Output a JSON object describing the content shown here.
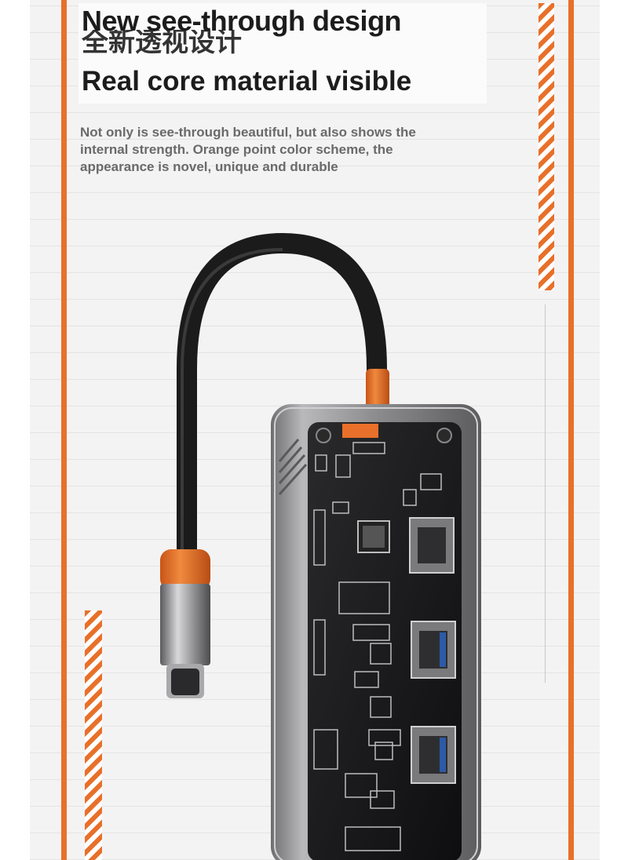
{
  "headline": {
    "line1": "New see-through design",
    "line1_overlay": "全新透视设计",
    "line2": "Real core material visible"
  },
  "body_text": "Not only is see-through beautiful, but also shows the internal strength. Orange point color scheme, the appearance is novel, unique and durable",
  "colors": {
    "accent_orange": "#e8702a",
    "background": "#f3f3f3",
    "text_dark": "#1c1c1c",
    "text_gray": "#6a6a6a",
    "hub_shell": "#8a8a8c",
    "hub_board": "#1a1a1a"
  },
  "product": {
    "name": "transparent-usb-c-hub",
    "ports": [
      "hdmi-port",
      "usb-a-port",
      "usb-a-port"
    ]
  }
}
